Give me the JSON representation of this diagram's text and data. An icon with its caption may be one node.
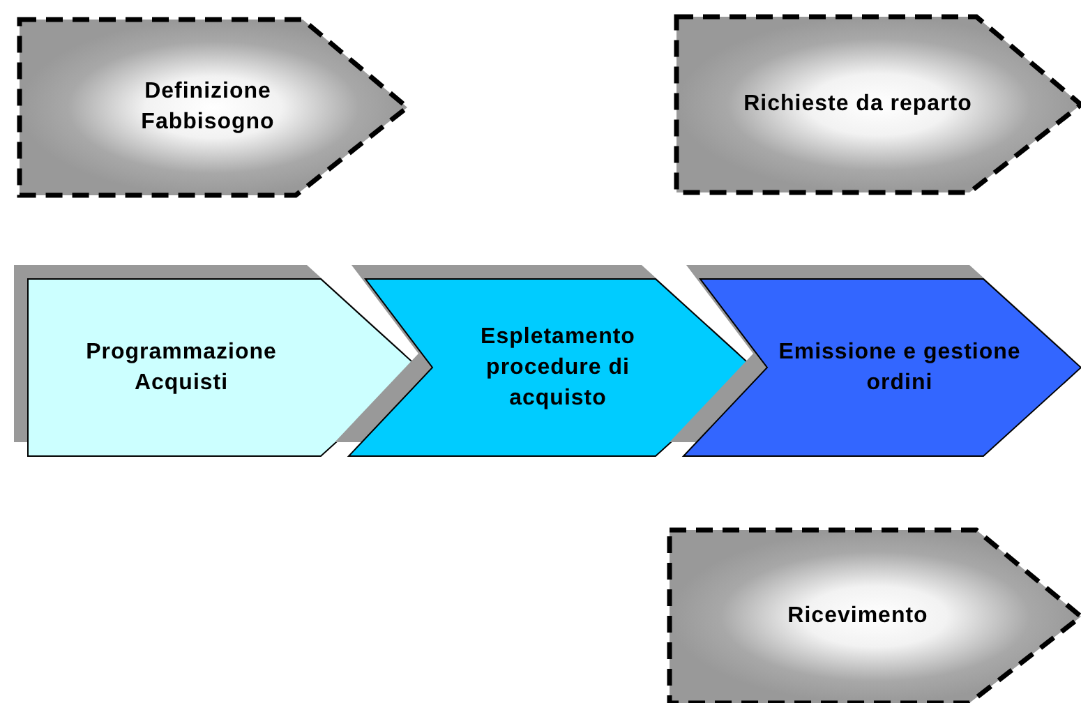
{
  "diagram": {
    "nodes": [
      {
        "text": [
          "Definizione Fabbisogno"
        ]
      },
      {
        "text": [
          "Richieste da reparto"
        ]
      },
      {
        "text": [
          "Programmazione Acquisti"
        ]
      },
      {
        "text": [
          "Espletamento procedure di acquisto"
        ]
      },
      {
        "text": [
          "Emissione e gestione ordini"
        ]
      },
      {
        "text": [
          "Ricevimento"
        ]
      }
    ]
  }
}
